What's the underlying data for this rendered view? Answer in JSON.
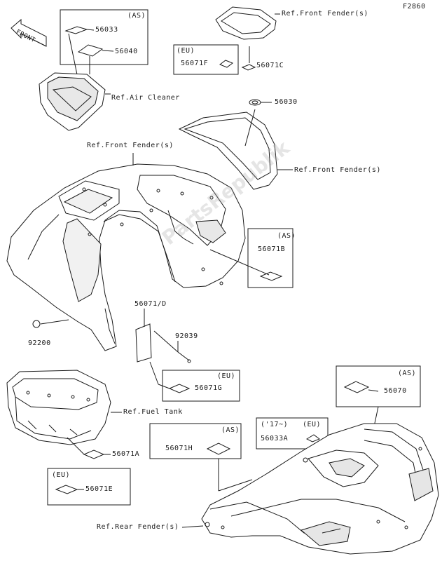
{
  "figure_code": "F2860",
  "front_arrow": "FRONT",
  "watermark": "PartsRepublik",
  "labels": {
    "p56033": "56033",
    "p56040": "56040",
    "as_top": "(AS)",
    "ref_air_cleaner": "Ref.Air Cleaner",
    "ref_front_fender_top": "Ref.Front Fender(s)",
    "eu_top": "(EU)",
    "p56071F": "56071F",
    "p56071C": "56071C",
    "p56030": "56030",
    "ref_front_fender_left": "Ref.Front Fender(s)",
    "ref_front_fender_right": "Ref.Front Fender(s)",
    "as_mid": "(AS)",
    "p56071B": "56071B",
    "p56071D": "56071/D",
    "p92039": "92039",
    "p92200": "92200",
    "eu_mid": "(EU)",
    "p56071G": "56071G",
    "ref_fuel_tank": "Ref.Fuel Tank",
    "p56071A": "56071A",
    "eu_bot": "(EU)",
    "p56071E": "56071E",
    "as_bot_right": "(AS)",
    "p56070": "56070",
    "as_bot_mid": "(AS)",
    "p56071H": "56071H",
    "yr17": "('17~)",
    "eu_bot_right": "(EU)",
    "p56033A": "56033A",
    "ref_rear_fender": "Ref.Rear Fender(s)"
  },
  "colors": {
    "line": "#1a1a1a",
    "fill": "#ffffff",
    "shade": "#bdbdbd"
  }
}
